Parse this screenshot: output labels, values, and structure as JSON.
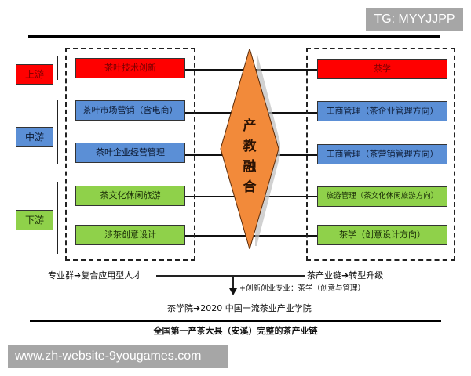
{
  "watermarks": {
    "top": "TG: MYYJJPP",
    "bottom": "www.zh-website-9yougames.com"
  },
  "stages": [
    {
      "label": "上游",
      "color": "#ff0000"
    },
    {
      "label": "中游",
      "color": "#5b8fd6"
    },
    {
      "label": "下游",
      "color": "#8fd14a"
    }
  ],
  "industry_chain": [
    {
      "label": "茶叶技术创新",
      "stage": "上游"
    },
    {
      "label": "茶叶市场营销（含电商）",
      "stage": "中游"
    },
    {
      "label": "茶叶企业经营管理",
      "stage": "中游"
    },
    {
      "label": "茶文化休闲旅游",
      "stage": "下游"
    },
    {
      "label": "涉茶创意设计",
      "stage": "下游"
    }
  ],
  "majors": [
    {
      "label": "茶学"
    },
    {
      "label": "工商管理（茶企业管理方向）"
    },
    {
      "label": "工商管理（茶营销管理方向）"
    },
    {
      "label": "旅游管理（茶文化休闲旅游方向）"
    },
    {
      "label": "茶学（创意设计方向）"
    }
  ],
  "center": {
    "label": "产教融合",
    "chars": [
      "产",
      "教",
      "融",
      "合"
    ],
    "color": "#f28a3a"
  },
  "flow": {
    "left": "专业群➜复合应用型人才",
    "right": "茶产业链➜转型升级",
    "note": "+创新创业专业：茶学（创意与管理）",
    "result": "茶学院➜2020 中国一流茶业产业学院"
  },
  "caption": "全国第一产茶大县（安溪）完整的茶产业链"
}
